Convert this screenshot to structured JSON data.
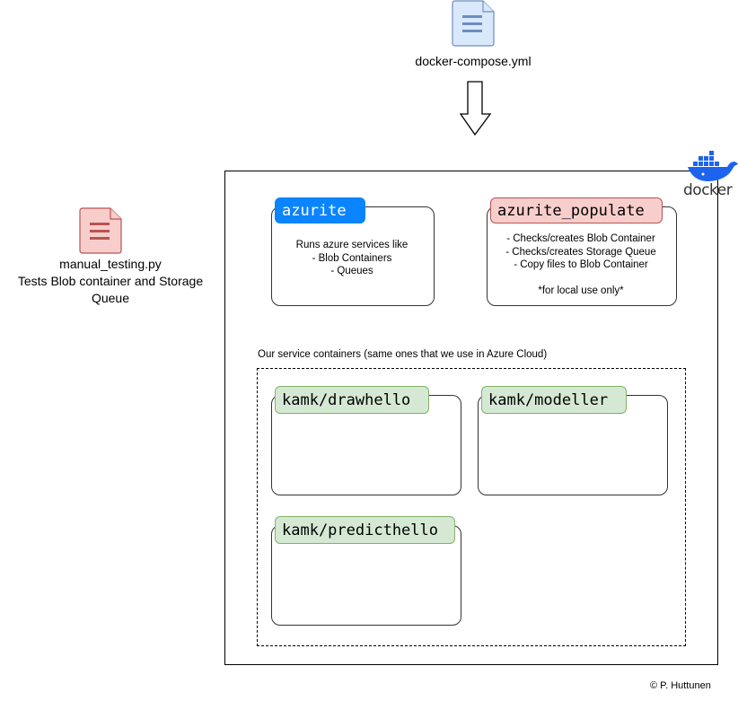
{
  "compose_file": {
    "label": "docker-compose.yml",
    "icon": "yaml-file-icon"
  },
  "test_file": {
    "lines": [
      "manual_testing.py",
      "Tests Blob container and Storage",
      "Queue"
    ],
    "icon": "python-file-icon"
  },
  "docker_logo": {
    "text": "docker",
    "color": "#1d63ed"
  },
  "azurite": {
    "title": "azurite",
    "lines": [
      "Runs azure services like",
      "- Blob Containers",
      "- Queues"
    ],
    "color": "#0a84ff"
  },
  "azurite_populate": {
    "title": "azurite_populate",
    "lines": [
      "- Checks/creates Blob Container",
      "- Checks/creates Storage Queue",
      "- Copy files to Blob Container",
      "",
      "*for local use only*"
    ],
    "color": "#f8cecc"
  },
  "service_group": {
    "label": "Our service containers (same ones that we use in Azure Cloud)",
    "containers": [
      {
        "title": "kamk/drawhello"
      },
      {
        "title": "kamk/modeller"
      },
      {
        "title": "kamk/predicthello"
      }
    ],
    "color": "#d5e8d4"
  },
  "copyright": "© P. Huttunen"
}
